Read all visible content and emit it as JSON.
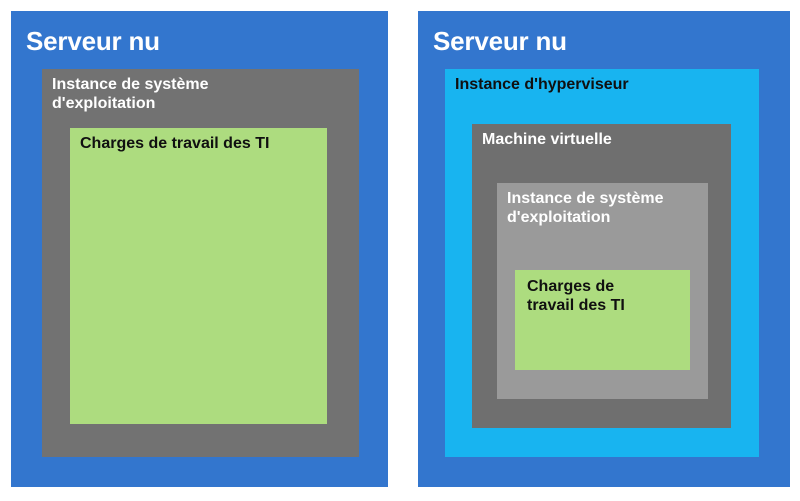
{
  "diagram": {
    "title_hidden": "",
    "panels": [
      {
        "id": "bare-metal-traditional",
        "title": "Serveur nu",
        "accent": "#3376ce",
        "boxes": [
          {
            "id": "os-instance",
            "label": "Instance de système\nd'exploitation",
            "color": "#727272",
            "text_color": "#ffffff"
          },
          {
            "id": "it-workloads",
            "label": "Charges de travail des TI",
            "color": "#addc7f",
            "text_color": "#101010"
          }
        ]
      },
      {
        "id": "bare-metal-virtualized",
        "title": "Serveur nu",
        "accent": "#3376ce",
        "boxes": [
          {
            "id": "hypervisor-instance",
            "label": "Instance d'hyperviseur",
            "color": "#18b4f0",
            "text_color": "#101010"
          },
          {
            "id": "virtual-machine",
            "label": "Machine virtuelle",
            "color": "#6f6f6f",
            "text_color": "#ffffff"
          },
          {
            "id": "os-instance",
            "label": "Instance de système\nd'exploitation",
            "color": "#9a9a9a",
            "text_color": "#ffffff"
          },
          {
            "id": "it-workloads",
            "label": "Charges de\ntravail des TI",
            "color": "#addc7f",
            "text_color": "#101010"
          }
        ]
      }
    ]
  }
}
